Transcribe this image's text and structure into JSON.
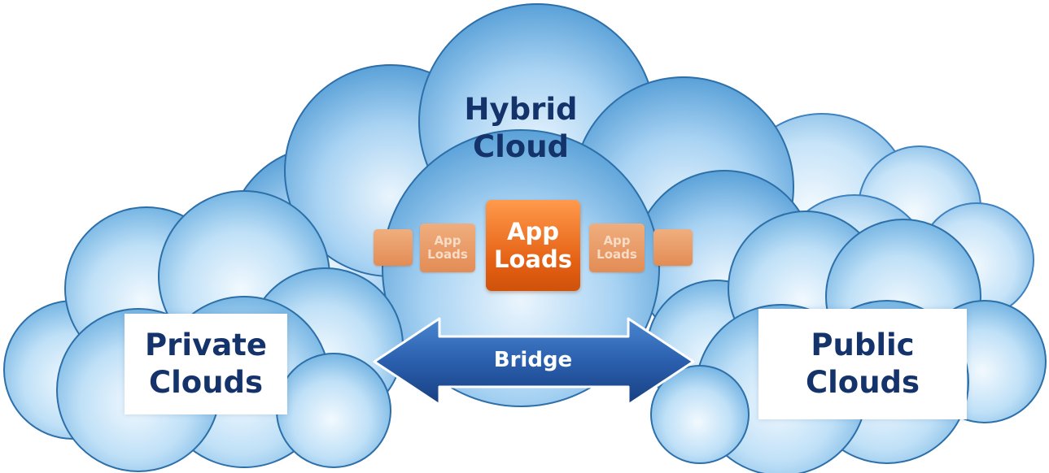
{
  "hybrid_cloud": {
    "line1": "Hybrid",
    "line2": "Cloud"
  },
  "private_clouds": {
    "line1": "Private",
    "line2": "Clouds"
  },
  "public_clouds": {
    "line1": "Public",
    "line2": "Clouds"
  },
  "bridge": {
    "label": "Bridge"
  },
  "app_loads": {
    "main": {
      "line1": "App",
      "line2": "Loads"
    },
    "left": {
      "line1": "App",
      "line2": "Loads"
    },
    "right": {
      "line1": "App",
      "line2": "Loads"
    }
  },
  "colors": {
    "cloud_light": "#e6f3fc",
    "cloud_mid": "#9ccdf1",
    "cloud_dark": "#4f98d3",
    "cloud_outline": "#2d6fa8",
    "label_text": "#15336b",
    "bridge_arrow": "#2156a0",
    "app_orange": "#e8661d",
    "app_faded": "#e9a06e"
  }
}
